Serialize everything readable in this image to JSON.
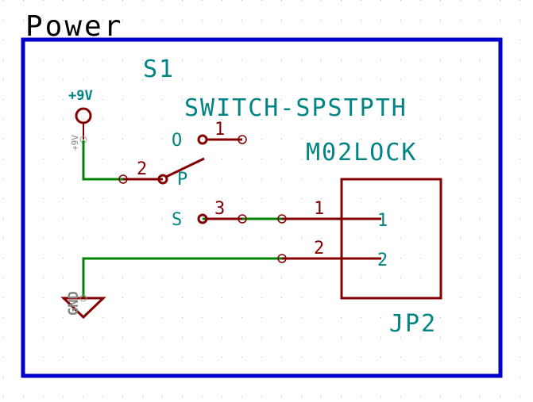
{
  "sheet": {
    "title": "Power",
    "border_color": "#0000c8",
    "wire_color": "#008400",
    "component_color": "#840000",
    "label_color": "#008484"
  },
  "switch": {
    "ref": "S1",
    "value": "SWITCH-SPSTPTH",
    "pin_O_name": "O",
    "pin_O_number": "1",
    "pin_P_name": "P",
    "pin_P_number": "2",
    "pin_S_name": "S",
    "pin_S_number": "3"
  },
  "power_9v": {
    "label": "+9V",
    "hidden_label": "+9V"
  },
  "gnd": {
    "hidden_label": "GND"
  },
  "connector": {
    "value": "M02LOCK",
    "ref": "JP2",
    "pin1_outer_number": "1",
    "pin1_inner_number": "1",
    "pin2_outer_number": "2",
    "pin2_inner_number": "2"
  }
}
